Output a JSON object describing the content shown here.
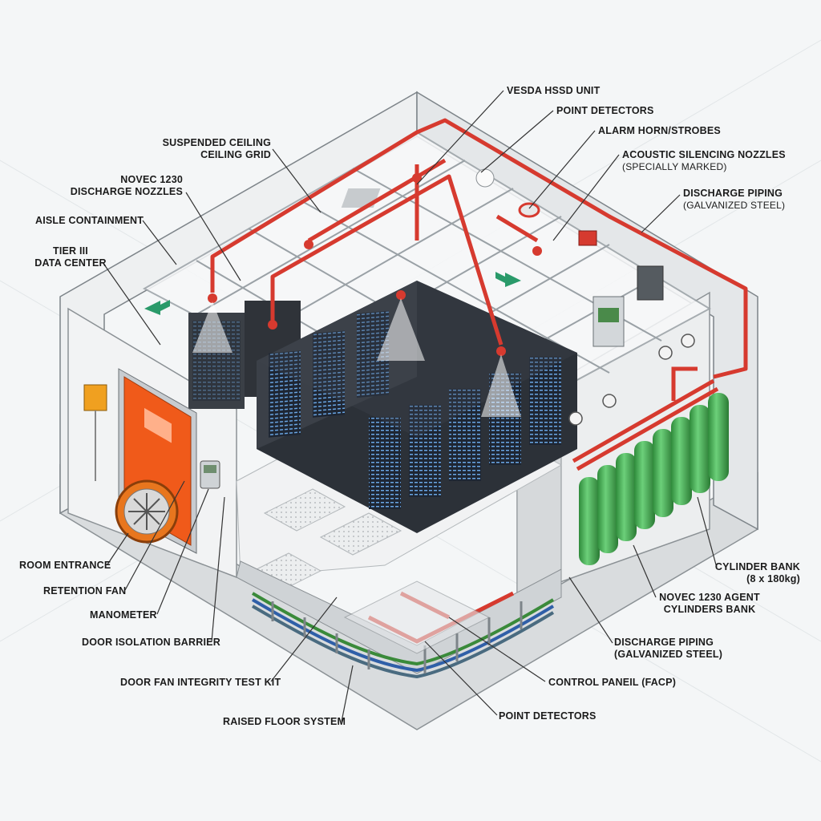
{
  "colors": {
    "pipe": "#d63a2f",
    "cylinder": "#3ea64a",
    "rack": "#3a3f46",
    "barrier": "#f05a1a",
    "fan": "#e8761e",
    "wall": "#e9ebec",
    "cable_green": "#3a8a3a",
    "cable_blue": "#2f5fa8"
  },
  "labels": {
    "vesda": "VESDA HSSD UNIT",
    "point_detectors_top": "POINT DETECTORS",
    "alarm_horn": "ALARM HORN/STROBES",
    "acoustic_nozzles": "ACOUSTIC SILENCING NOZZLES",
    "acoustic_nozzles_sub": "(SPECIALLY MARKED)",
    "discharge_piping_top": "DISCHARGE PIPING",
    "discharge_piping_top_sub": "(GALVANIZED STEEL)",
    "suspended_ceiling": "SUSPENDED CEILING",
    "ceiling_grid": "CEILING GRID",
    "novec_nozzles_1": "NOVEC 1230",
    "novec_nozzles_2": "DISCHARGE NOZZLES",
    "aisle_containment": "AISLE CONTAINMENT",
    "tier_1": "TIER III",
    "tier_2": "DATA CENTER",
    "room_entrance": "ROOM ENTRANCE",
    "retention_fan": "RETENTION FAN",
    "manometer": "MANOMETER",
    "door_barrier": "DOOR ISOLATION BARRIER",
    "door_fan_kit": "DOOR FAN INTEGRITY TEST KIT",
    "raised_floor": "RAISED FLOOR SYSTEM",
    "point_detectors_bottom": "POINT DETECTORS",
    "control_panel": "CONTROL PANEIL (FACP)",
    "discharge_piping_bottom": "DISCHARGE PIPING",
    "discharge_piping_bottom_sub": "(GALVANIZED STEEL)",
    "novec_cyl_1": "NOVEC 1230 AGENT",
    "novec_cyl_2": "CYLINDERS BANK",
    "cyl_bank_1": "CYLINDER BANK",
    "cyl_bank_2": "(8 x 180kg)"
  }
}
